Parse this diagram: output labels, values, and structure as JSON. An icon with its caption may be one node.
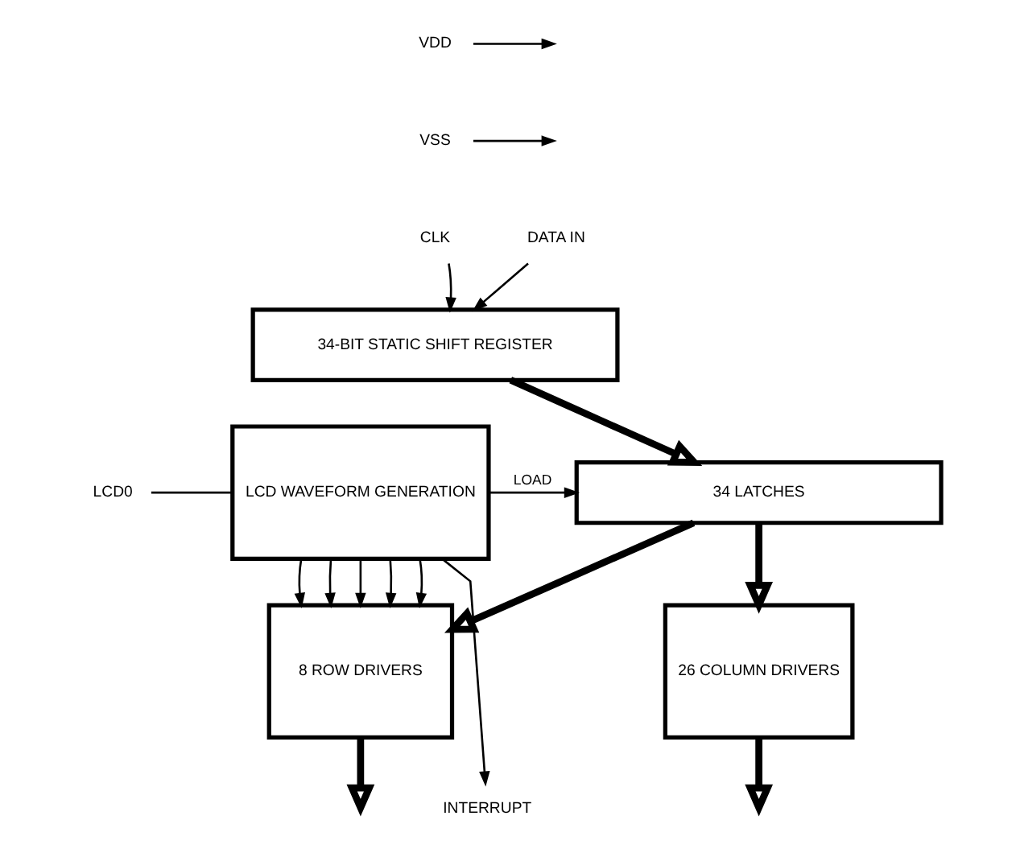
{
  "diagram": {
    "nodes": [
      {
        "text": [
          "VDD"
        ]
      },
      {
        "text": [
          "VSS"
        ]
      },
      {
        "text": [
          "CLK"
        ]
      },
      {
        "text": [
          "DATA IN"
        ]
      },
      {
        "text": [
          "34-BIT STATIC SHIFT REGISTER"
        ]
      },
      {
        "text": [
          "34 LATCHES"
        ]
      },
      {
        "text": [
          "LCD0"
        ]
      },
      {
        "text": [
          "LCD WAVEFORM GENERATION"
        ]
      },
      {
        "text": [
          "8 ROW DRIVERS"
        ]
      },
      {
        "text": [
          "26 COLUMN DRIVERS"
        ]
      },
      {
        "text": [
          "INTERRUPT"
        ]
      }
    ],
    "edges": [
      {
        "from": 0,
        "to": null,
        "arrow": "to"
      },
      {
        "from": 1,
        "to": null,
        "arrow": "to"
      },
      {
        "from": 2,
        "to": 4,
        "arrow": "to"
      },
      {
        "from": 3,
        "to": 4,
        "arrow": "to"
      },
      {
        "from": 4,
        "to": 5,
        "arrow": "to",
        "style": "thick"
      },
      {
        "from": 7,
        "to": 5,
        "arrow": "to",
        "label": "LOAD"
      },
      {
        "from": 6,
        "to": 7,
        "arrow": "none"
      },
      {
        "from": 7,
        "to": 8,
        "arrow": "to"
      },
      {
        "from": 7,
        "to": 8,
        "arrow": "to"
      },
      {
        "from": 7,
        "to": 8,
        "arrow": "to"
      },
      {
        "from": 7,
        "to": 8,
        "arrow": "to"
      },
      {
        "from": 7,
        "to": 8,
        "arrow": "to"
      },
      {
        "from": 5,
        "to": 8,
        "arrow": "to",
        "style": "thick"
      },
      {
        "from": 5,
        "to": 9,
        "arrow": "to",
        "style": "thick"
      },
      {
        "from": 8,
        "to": null,
        "arrow": "to",
        "style": "thick"
      },
      {
        "from": 9,
        "to": null,
        "arrow": "to",
        "style": "thick"
      },
      {
        "from": 7,
        "to": 10,
        "arrow": "to"
      }
    ]
  }
}
